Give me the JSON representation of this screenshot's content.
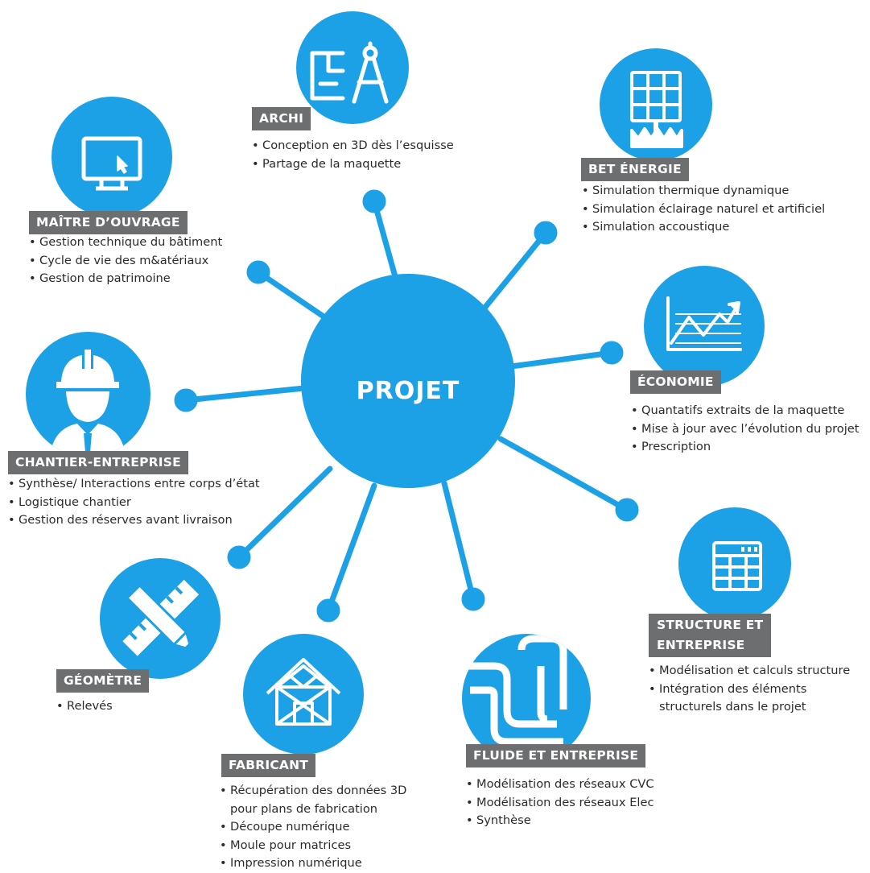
{
  "hub": {
    "label": "PROJET"
  },
  "colors": {
    "accent": "#1da1e6",
    "label_bg": "#6d6e70",
    "text": "#2b2b2b"
  },
  "nodes": {
    "archi": {
      "icon": "architect-plan-compass-icon",
      "label": "ARCHI",
      "items": [
        "Conception en 3D dès l’esquisse",
        "Partage de la maquette"
      ]
    },
    "bet_energie": {
      "icon": "solar-panel-icon",
      "label": "BET ÉNERGIE",
      "items": [
        "Simulation thermique dynamique",
        "Simulation éclairage naturel et artificiel",
        "Simulation accoustique"
      ]
    },
    "maitre_ouvrage": {
      "icon": "computer-monitor-icon",
      "label": "MAÎTRE D’OUVRAGE",
      "items": [
        "Gestion technique du bâtiment",
        "Cycle de vie des m&atériaux",
        "Gestion de patrimoine"
      ]
    },
    "economie": {
      "icon": "growth-chart-icon",
      "label": "ÉCONOMIE",
      "items": [
        "Quantatifs extraits de la maquette",
        "Mise à jour avec l’évolution du projet",
        "Prescription"
      ]
    },
    "chantier": {
      "icon": "construction-worker-icon",
      "label": "CHANTIER-ENTREPRISE",
      "items": [
        "Synthèse/ Interactions entre corps d’état",
        "Logistique chantier",
        "Gestion des réserves avant livraison"
      ]
    },
    "structure": {
      "icon": "spreadsheet-grid-icon",
      "label_line1": "STRUCTURE ET",
      "label_line2": "ENTREPRISE",
      "items": [
        "Modélisation et calculs structure",
        "Intégration des éléments structurels dans le projet"
      ]
    },
    "geometre": {
      "icon": "ruler-pencil-icon",
      "label": "GÉOMÈTRE",
      "items": [
        "Relevés"
      ]
    },
    "fabricant": {
      "icon": "house-frame-icon",
      "label": "FABRICANT",
      "items": [
        "Récupération des données 3D pour plans de fabrication",
        "Découpe numérique",
        "Moule pour matrices",
        "Impression numérique"
      ]
    },
    "fluide": {
      "icon": "pipes-icon",
      "label": "FLUIDE ET ENTREPRISE",
      "items": [
        "Modélisation des réseaux CVC",
        "Modélisation des réseaux Elec",
        "Synthèse"
      ]
    }
  }
}
